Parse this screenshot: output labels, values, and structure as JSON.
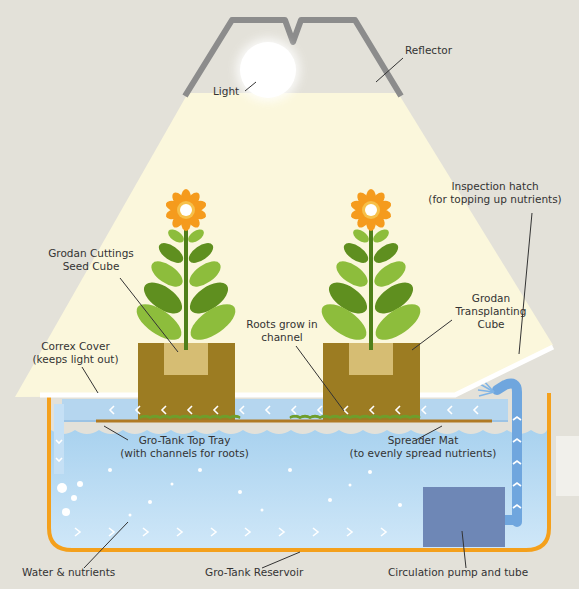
{
  "diagram": {
    "labels": [
      "Reflector",
      "Light",
      "Inspection hatch (for topping up nutrients)",
      "Grodan Cuttings Seed Cube",
      "Grodan Transplanting Cube",
      "Roots grow in channel",
      "Correx Cover (keeps light out)",
      "Gro-Tank Top Tray (with channels for roots)",
      "Spreader Mat (to evenly spread nutrients)",
      "Water & nutrients",
      "Gro-Tank Reservoir",
      "Circulation pump and tube"
    ]
  }
}
